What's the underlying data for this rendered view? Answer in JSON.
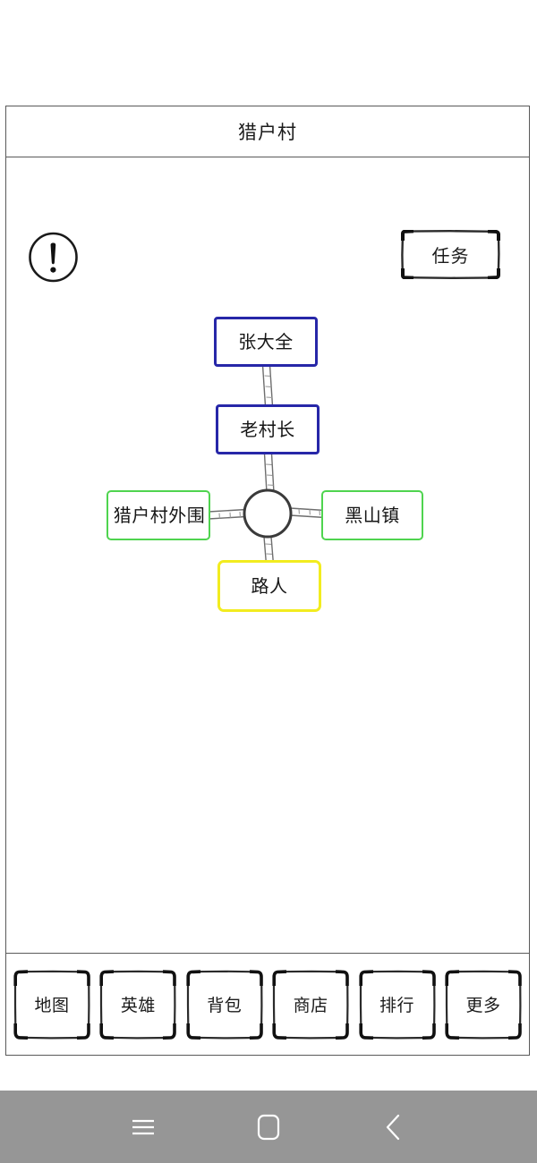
{
  "app": {
    "title": "猎户村"
  },
  "header": {
    "alert_icon": "exclamation-circle-icon",
    "quest_button_label": "任务"
  },
  "map": {
    "center_node": {
      "name": "player-position-node",
      "shape": "circle",
      "label": "",
      "color": "#3a3a3a"
    },
    "nodes": [
      {
        "id": "zhangdaquan",
        "label": "张大全",
        "color": "#2727a8",
        "type": "npc",
        "direction": "up-far"
      },
      {
        "id": "laocunzhang",
        "label": "老村长",
        "color": "#2727a8",
        "type": "npc",
        "direction": "up"
      },
      {
        "id": "waiwei",
        "label": "猎户村外围",
        "color": "#4fd44f",
        "type": "location",
        "direction": "left"
      },
      {
        "id": "heishanzhen",
        "label": "黑山镇",
        "color": "#4fd44f",
        "type": "location",
        "direction": "right"
      },
      {
        "id": "luren",
        "label": "路人",
        "color": "#f2ec1f",
        "type": "npc",
        "direction": "down"
      }
    ]
  },
  "bottom_nav": {
    "items": [
      {
        "id": "map",
        "label": "地图"
      },
      {
        "id": "hero",
        "label": "英雄"
      },
      {
        "id": "backpack",
        "label": "背包"
      },
      {
        "id": "shop",
        "label": "商店"
      },
      {
        "id": "rank",
        "label": "排行"
      },
      {
        "id": "more",
        "label": "更多"
      }
    ]
  },
  "system_nav": {
    "background": "#969696",
    "buttons": [
      {
        "id": "menu",
        "icon": "hamburger-menu-icon"
      },
      {
        "id": "home",
        "icon": "home-square-icon"
      },
      {
        "id": "back",
        "icon": "chevron-left-icon"
      }
    ]
  }
}
